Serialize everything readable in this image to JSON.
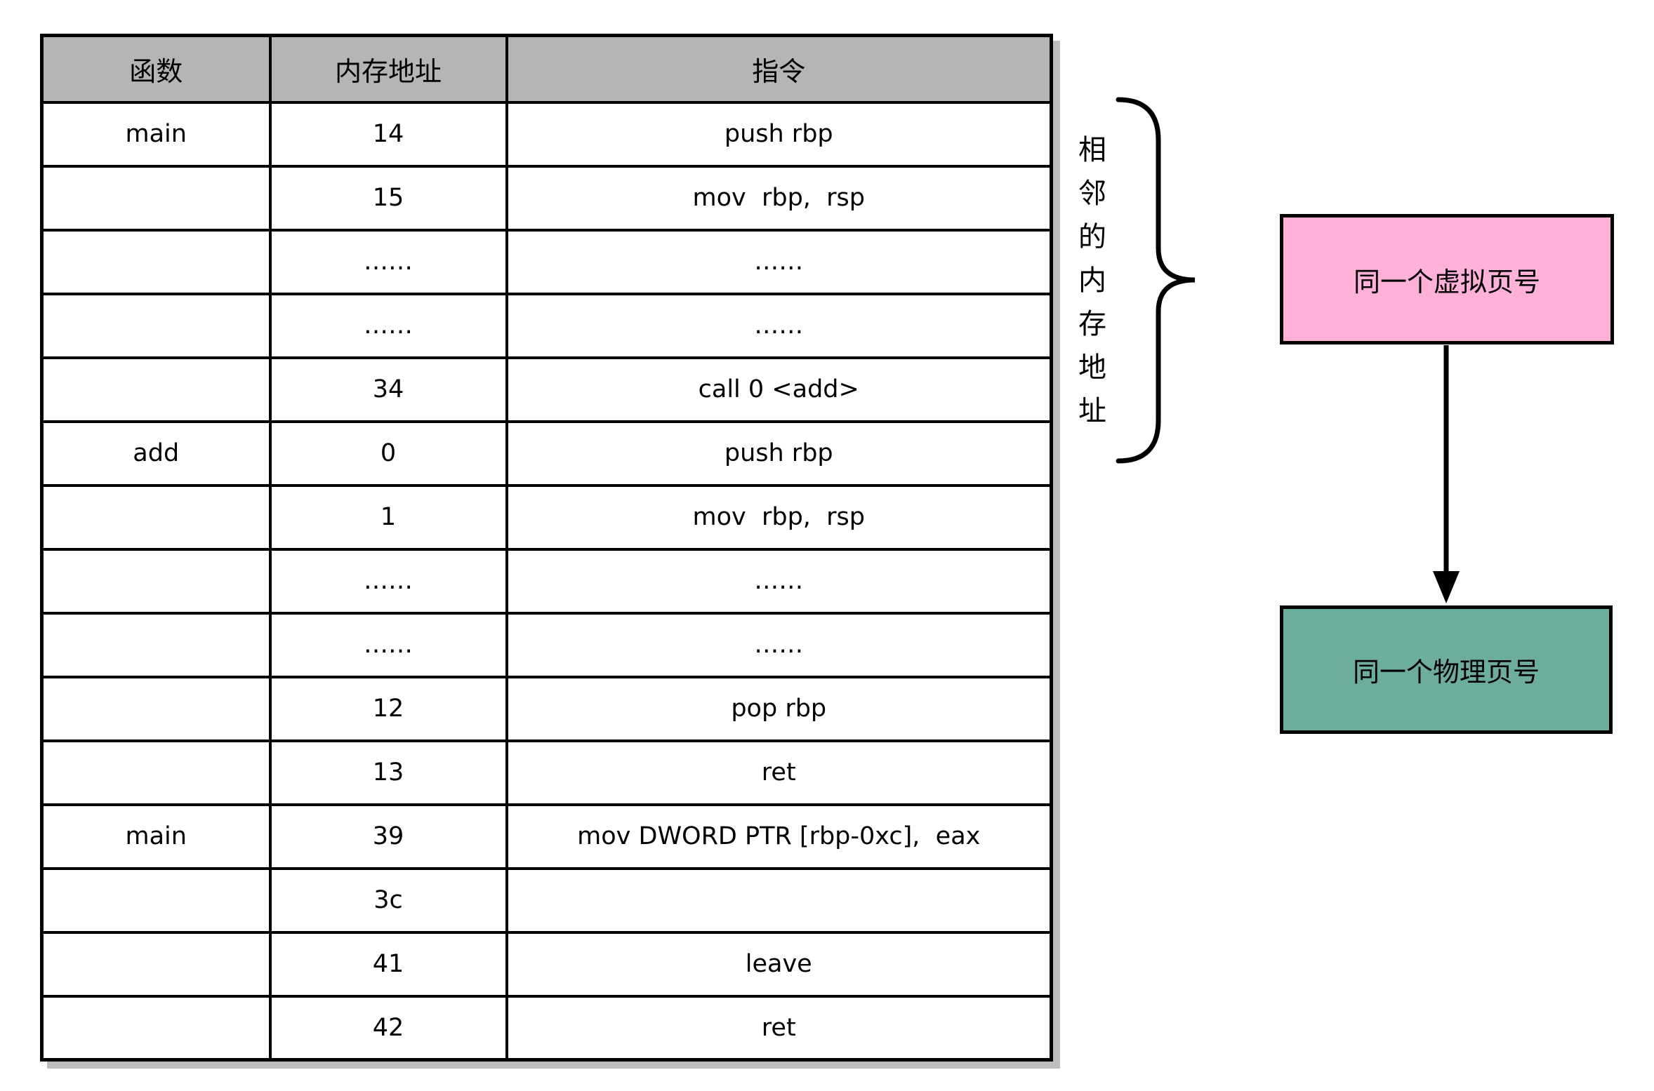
{
  "table": {
    "headers": [
      "函数",
      "内存地址",
      "指令"
    ],
    "rows": [
      {
        "fn": "main",
        "addr": "14",
        "ins": "push rbp"
      },
      {
        "fn": "",
        "addr": "15",
        "ins": "mov  rbp,  rsp"
      },
      {
        "fn": "",
        "addr": "……",
        "ins": "……"
      },
      {
        "fn": "",
        "addr": "……",
        "ins": "……"
      },
      {
        "fn": "",
        "addr": "34",
        "ins": "call 0 <add>"
      },
      {
        "fn": "add",
        "addr": "0",
        "ins": "push rbp"
      },
      {
        "fn": "",
        "addr": "1",
        "ins": "mov  rbp,  rsp"
      },
      {
        "fn": "",
        "addr": "……",
        "ins": "……"
      },
      {
        "fn": "",
        "addr": "……",
        "ins": "……"
      },
      {
        "fn": "",
        "addr": "12",
        "ins": "pop rbp"
      },
      {
        "fn": "",
        "addr": "13",
        "ins": "ret"
      },
      {
        "fn": "main",
        "addr": "39",
        "ins": "mov DWORD PTR [rbp-0xc],  eax"
      },
      {
        "fn": "",
        "addr": "3c",
        "ins": ""
      },
      {
        "fn": "",
        "addr": "41",
        "ins": "leave"
      },
      {
        "fn": "",
        "addr": "42",
        "ins": "ret"
      }
    ]
  },
  "annotation": {
    "brace_label": "相邻的内存地址"
  },
  "boxes": {
    "virtual": {
      "label": "同一个虚拟页号",
      "color": "#ffb1d8"
    },
    "physical": {
      "label": "同一个物理页号",
      "color": "#6cad9d"
    }
  },
  "colors": {
    "header_bg": "#b5b5b5",
    "shadow": "#bdbdbd",
    "border": "#000000"
  }
}
